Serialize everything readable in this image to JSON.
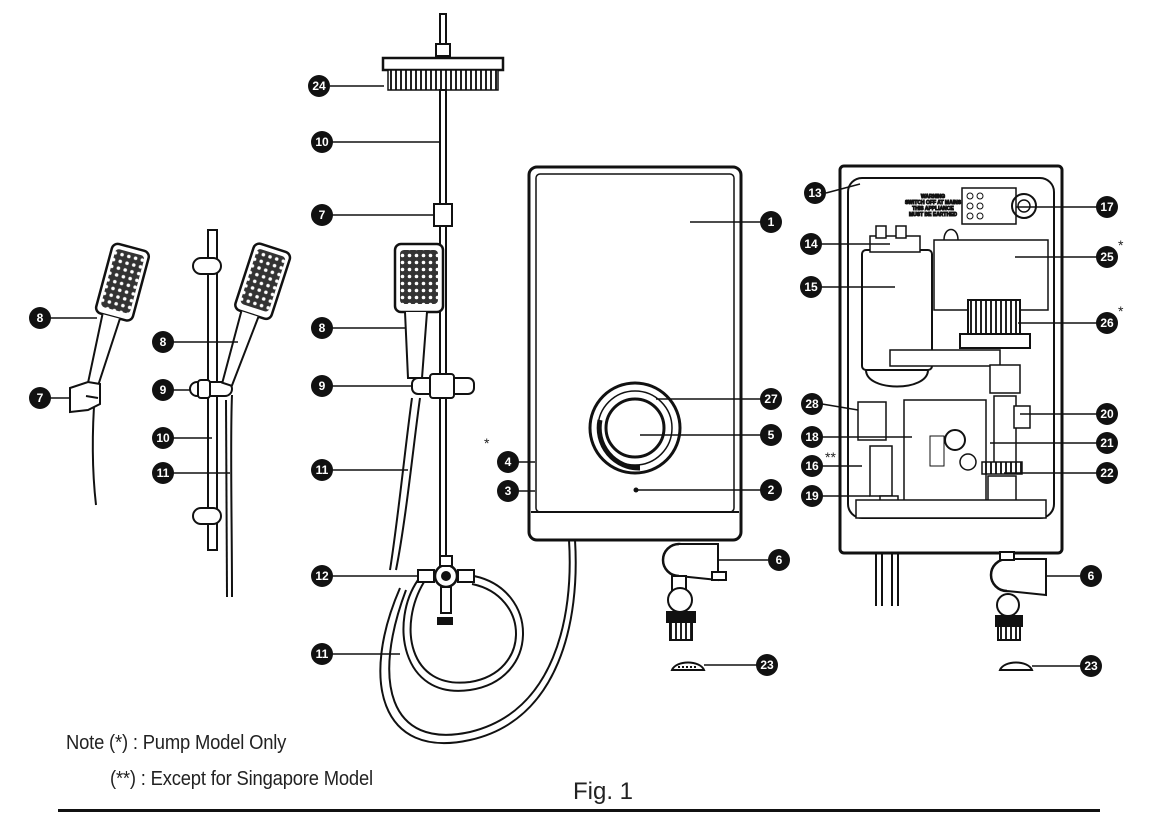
{
  "figure": {
    "caption": "Fig. 1",
    "notes": {
      "pump_only": "Note (*) : Pump Model Only",
      "except_singapore": "(**) : Except for Singapore Model"
    },
    "warning_label": [
      "WARNING",
      "SWITCH OFF AT MAINS",
      "THIS APPLIANCE",
      "MUST BE EARTHED"
    ],
    "callouts": [
      "1",
      "2",
      "3",
      "4",
      "5",
      "6",
      "7",
      "8",
      "9",
      "10",
      "11",
      "12",
      "13",
      "14",
      "15",
      "16",
      "17",
      "18",
      "19",
      "20",
      "21",
      "22",
      "23",
      "24",
      "25",
      "26",
      "27",
      "28"
    ],
    "markers": {
      "single": "*",
      "double": "**"
    },
    "colors": {
      "line": "#111111",
      "callout_fill": "#111111",
      "callout_text": "#ffffff"
    }
  }
}
